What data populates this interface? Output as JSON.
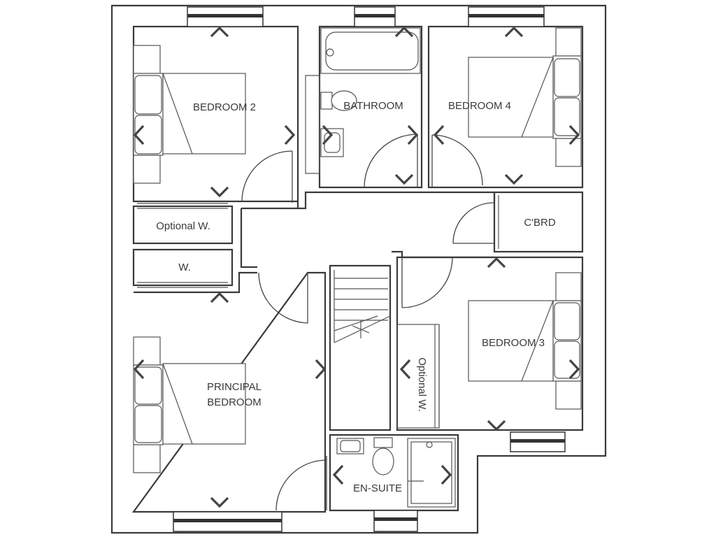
{
  "rooms": {
    "bedroom_2": "BEDROOM 2",
    "bathroom": "BATHROOM",
    "bedroom_4": "BEDROOM 4",
    "optional_wardrobe_top": "Optional W.",
    "cupboard": "C'BRD",
    "wardrobe": "W.",
    "bedroom_3": "BEDROOM 3",
    "principal_bedroom_line1": "PRINCIPAL",
    "principal_bedroom_line2": "BEDROOM",
    "optional_wardrobe_side": "Optional W.",
    "en_suite": "EN-SUITE"
  },
  "colors": {
    "wall": "#3a3a3a",
    "background": "#ffffff",
    "label": "#3a3a3a"
  }
}
